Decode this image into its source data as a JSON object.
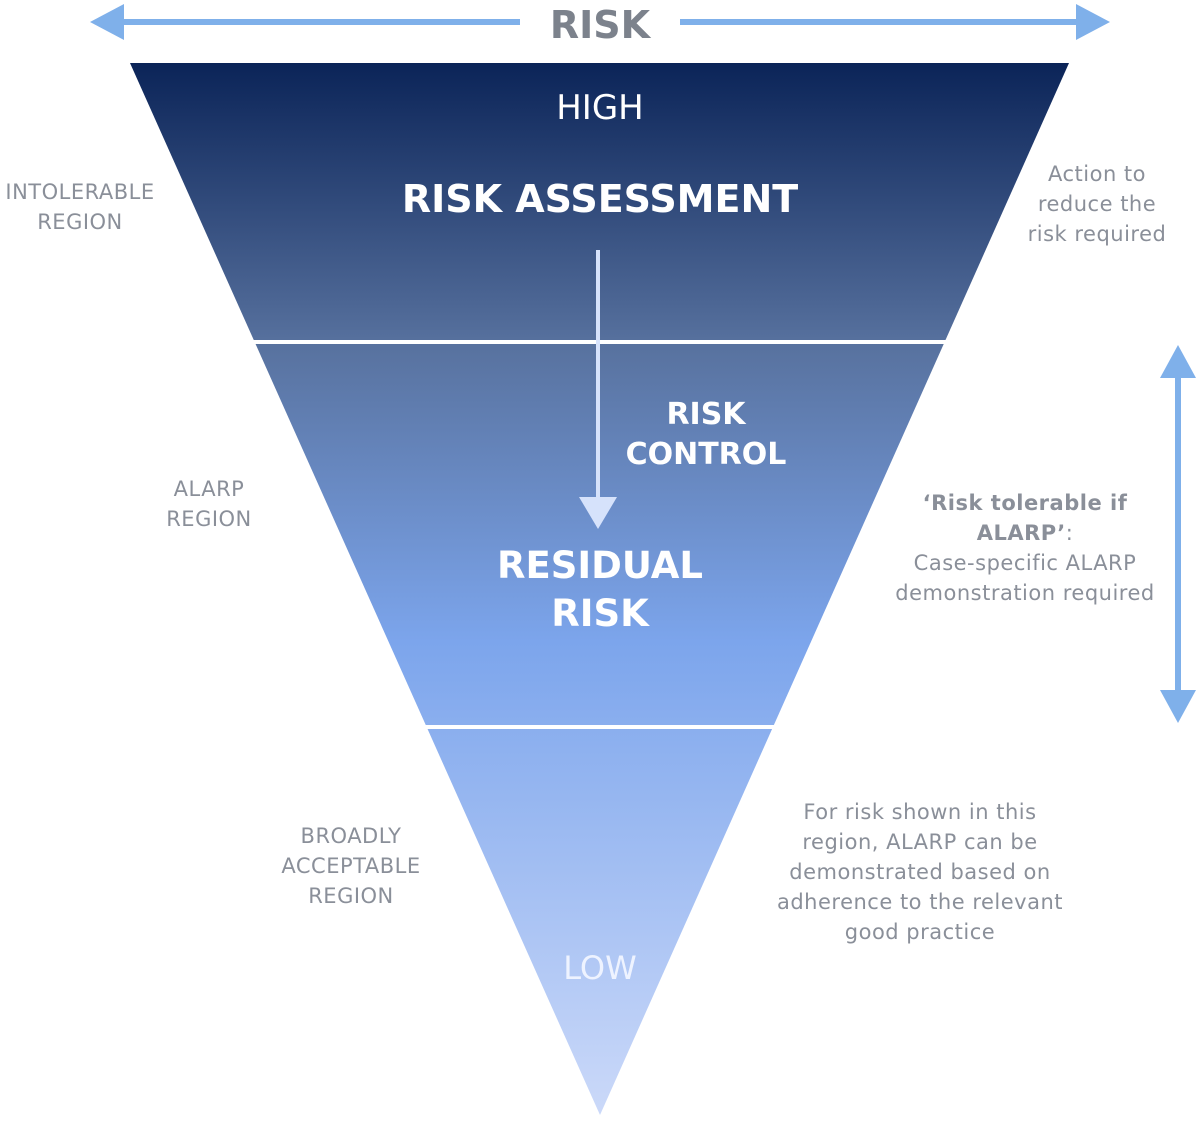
{
  "diagram": {
    "risk_label": "RISK",
    "high_label": "HIGH",
    "low_label": "LOW",
    "risk_assessment": "RISK ASSESSMENT",
    "risk_control": [
      "RISK",
      "CONTROL"
    ],
    "residual_risk": [
      "RESIDUAL",
      "RISK"
    ],
    "regions": {
      "intolerable": [
        "INTOLERABLE",
        "REGION"
      ],
      "alarp": [
        "ALARP",
        "REGION"
      ],
      "broadly_acceptable": [
        "BROADLY",
        "ACCEPTABLE",
        "REGION"
      ]
    },
    "notes": {
      "intolerable": [
        "Action to",
        "reduce the",
        "risk required"
      ],
      "alarp_bold": "‘Risk tolerable if ALARP’",
      "alarp_colon": ":",
      "alarp": [
        "Case-specific ALARP",
        "demonstration required"
      ],
      "acceptable": [
        "For risk shown in this",
        "region, ALARP can be",
        "demonstrated based on",
        "adherence to the relevant",
        "good practice"
      ]
    },
    "colors": {
      "top": "#0b2458",
      "mid": "#5872a4",
      "residual": "#7ca5ec",
      "bottom": "#c8d6f8",
      "arrow": "#7fb0ea",
      "divider": "#ffffff",
      "side_text": "#8a8f99",
      "risk_text": "#7c828c"
    }
  }
}
